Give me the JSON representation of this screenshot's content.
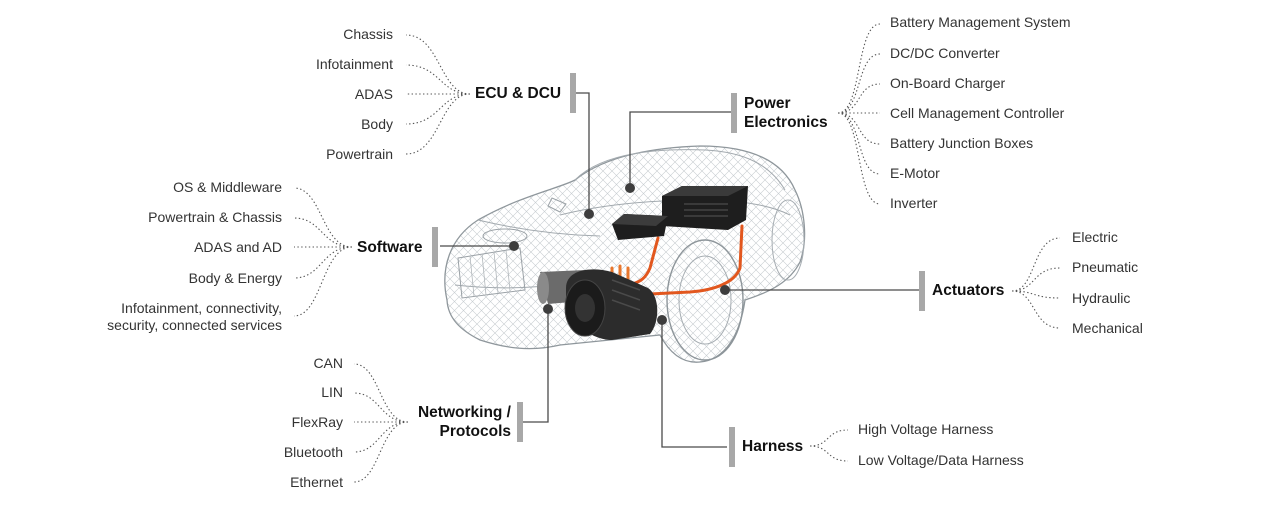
{
  "groups": {
    "ecu": {
      "title": "ECU & DCU",
      "items": [
        "Chassis",
        "Infotainment",
        "ADAS",
        "Body",
        "Powertrain"
      ]
    },
    "power": {
      "title_line1": "Power",
      "title_line2": "Electronics",
      "items": [
        "Battery Management System",
        "DC/DC Converter",
        "On-Board Charger",
        "Cell Management Controller",
        "Battery Junction Boxes",
        "E-Motor",
        "Inverter"
      ]
    },
    "software": {
      "title": "Software",
      "items": [
        "OS & Middleware",
        "Powertrain & Chassis",
        "ADAS and AD",
        "Body & Energy",
        "Infotainment, connectivity,",
        "security, connected services"
      ]
    },
    "actuators": {
      "title": "Actuators",
      "items": [
        "Electric",
        "Pneumatic",
        "Hydraulic",
        "Mechanical"
      ]
    },
    "networking": {
      "title_line1": "Networking /",
      "title_line2": "Protocols",
      "items": [
        "CAN",
        "LIN",
        "FlexRay",
        "Bluetooth",
        "Ethernet"
      ]
    },
    "harness": {
      "title": "Harness",
      "items": [
        "High Voltage Harness",
        "Low Voltage/Data Harness"
      ]
    }
  },
  "colors": {
    "wire_orange": "#e2571e",
    "connector": "#555555",
    "bar": "#a8a8a8",
    "car_mesh": "#b9bfc4"
  }
}
